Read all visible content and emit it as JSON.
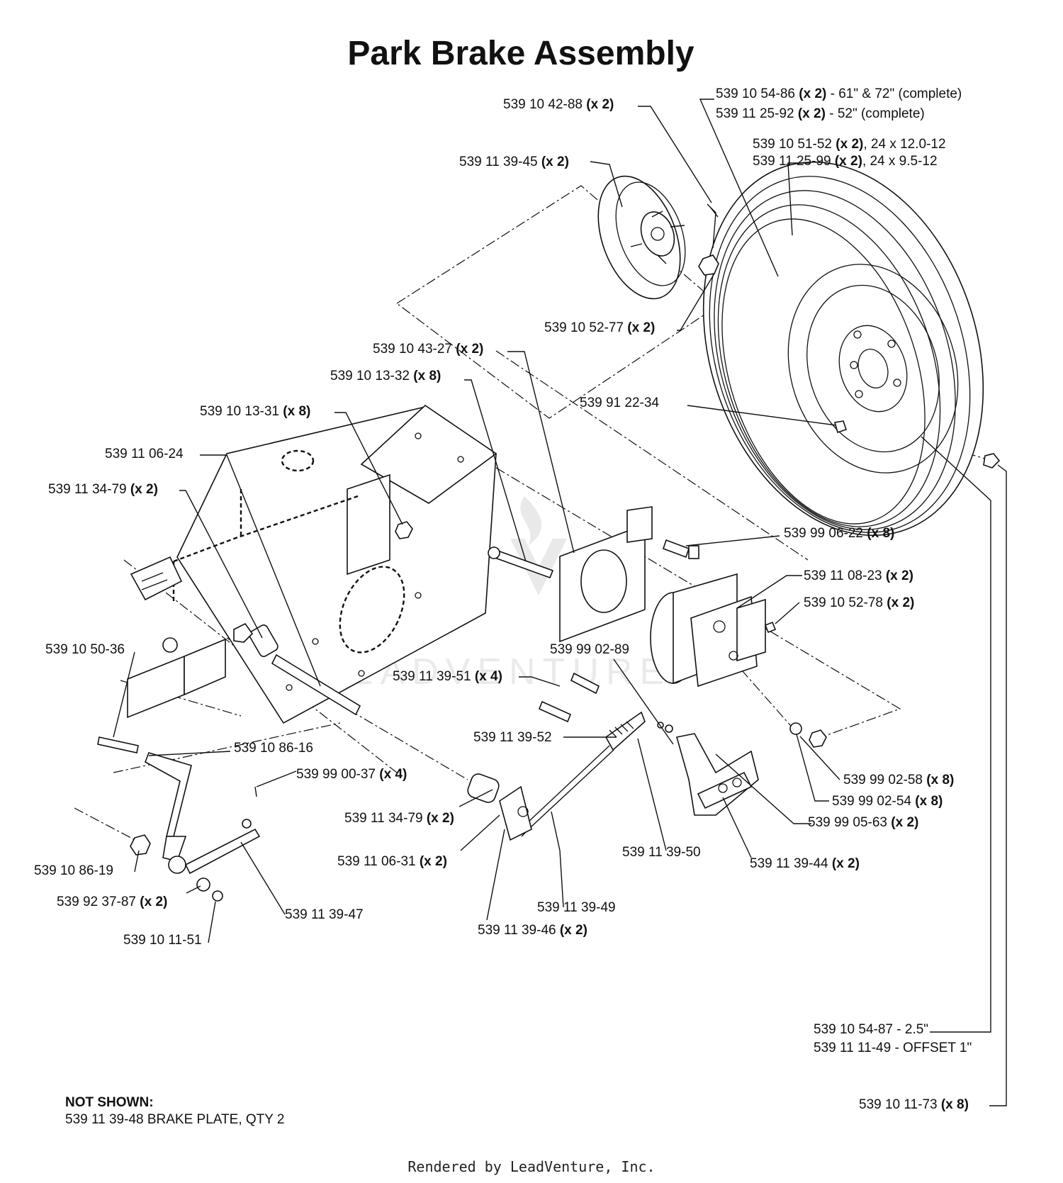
{
  "title": "Park Brake Assembly",
  "labels": [
    {
      "id": "l1",
      "part": "539 10 42-88",
      "qty": "(x 2)",
      "suffix": ""
    },
    {
      "id": "l2a",
      "part": "539 10 54-86",
      "qty": "(x 2)",
      "suffix": " - 61\" & 72\" (complete)"
    },
    {
      "id": "l2b",
      "part": "539 11 25-92",
      "qty": "(x 2)",
      "suffix": " - 52\" (complete)"
    },
    {
      "id": "l3a",
      "part": "539 10 51-52",
      "qty": "(x 2)",
      "suffix": ", 24 x 12.0-12"
    },
    {
      "id": "l3b",
      "part": "539 11 25-99",
      "qty": "(x 2)",
      "suffix": ", 24 x 9.5-12"
    },
    {
      "id": "l4",
      "part": "539 11 39-45",
      "qty": "(x 2)",
      "suffix": ""
    },
    {
      "id": "l5",
      "part": "539 10 52-77",
      "qty": "(x 2)",
      "suffix": ""
    },
    {
      "id": "l6",
      "part": "539 10 43-27",
      "qty": "(x 2)",
      "suffix": ""
    },
    {
      "id": "l7",
      "part": "539 10 13-32",
      "qty": "(x 8)",
      "suffix": ""
    },
    {
      "id": "l8",
      "part": "539 91 22-34",
      "qty": "",
      "suffix": ""
    },
    {
      "id": "l9",
      "part": "539 10 13-31",
      "qty": "(x 8)",
      "suffix": ""
    },
    {
      "id": "l10",
      "part": "539 11 06-24",
      "qty": "",
      "suffix": ""
    },
    {
      "id": "l11",
      "part": "539 11 34-79",
      "qty": "(x 2)",
      "suffix": ""
    },
    {
      "id": "l12",
      "part": "539 99 06-22",
      "qty": "(x 8)",
      "suffix": ""
    },
    {
      "id": "l13",
      "part": "539 11 08-23",
      "qty": "(x 2)",
      "suffix": ""
    },
    {
      "id": "l14",
      "part": "539 10 52-78",
      "qty": "(x 2)",
      "suffix": ""
    },
    {
      "id": "l15",
      "part": "539 10 50-36",
      "qty": "",
      "suffix": ""
    },
    {
      "id": "l16",
      "part": "539 99 02-89",
      "qty": "",
      "suffix": ""
    },
    {
      "id": "l17",
      "part": "539 11 39-51",
      "qty": "(x 4)",
      "suffix": ""
    },
    {
      "id": "l18",
      "part": "539 11 39-52",
      "qty": "",
      "suffix": ""
    },
    {
      "id": "l19",
      "part": "539 10 86-16",
      "qty": "",
      "suffix": ""
    },
    {
      "id": "l20",
      "part": "539 99 00-37",
      "qty": "(x 4)",
      "suffix": ""
    },
    {
      "id": "l21",
      "part": "539 99 02-58",
      "qty": "(x 8)",
      "suffix": ""
    },
    {
      "id": "l22",
      "part": "539 99 02-54",
      "qty": "(x 8)",
      "suffix": ""
    },
    {
      "id": "l23",
      "part": "539 11 34-79",
      "qty": "(x 2)",
      "suffix": ""
    },
    {
      "id": "l24",
      "part": "539 99 05-63",
      "qty": "(x 2)",
      "suffix": ""
    },
    {
      "id": "l25",
      "part": "539 11 06-31",
      "qty": "(x 2)",
      "suffix": ""
    },
    {
      "id": "l26",
      "part": "539 11 39-50",
      "qty": "",
      "suffix": ""
    },
    {
      "id": "l27",
      "part": "539 11 39-44",
      "qty": "(x 2)",
      "suffix": ""
    },
    {
      "id": "l28",
      "part": "539 10 86-19",
      "qty": "",
      "suffix": ""
    },
    {
      "id": "l29",
      "part": "539 92 37-87",
      "qty": "(x 2)",
      "suffix": ""
    },
    {
      "id": "l30",
      "part": "539 11 39-47",
      "qty": "",
      "suffix": ""
    },
    {
      "id": "l31",
      "part": "539 11 39-49",
      "qty": "",
      "suffix": ""
    },
    {
      "id": "l32",
      "part": "539 11 39-46",
      "qty": "(x 2)",
      "suffix": ""
    },
    {
      "id": "l33",
      "part": "539 10 11-51",
      "qty": "",
      "suffix": ""
    },
    {
      "id": "l34a",
      "part": "539 10 54-87 - 2.5\"",
      "qty": "",
      "suffix": ""
    },
    {
      "id": "l34b",
      "part": "539 11 11-49 - OFFSET 1\"",
      "qty": "",
      "suffix": ""
    },
    {
      "id": "l35",
      "part": "539 10 11-73",
      "qty": "(x 8)",
      "suffix": ""
    }
  ],
  "not_shown": {
    "heading": "NOT SHOWN:",
    "item": "539 11 39-48 BRAKE PLATE, QTY 2"
  },
  "watermark": "LEADVENTURE",
  "footer": "Rendered by LeadVenture, Inc."
}
